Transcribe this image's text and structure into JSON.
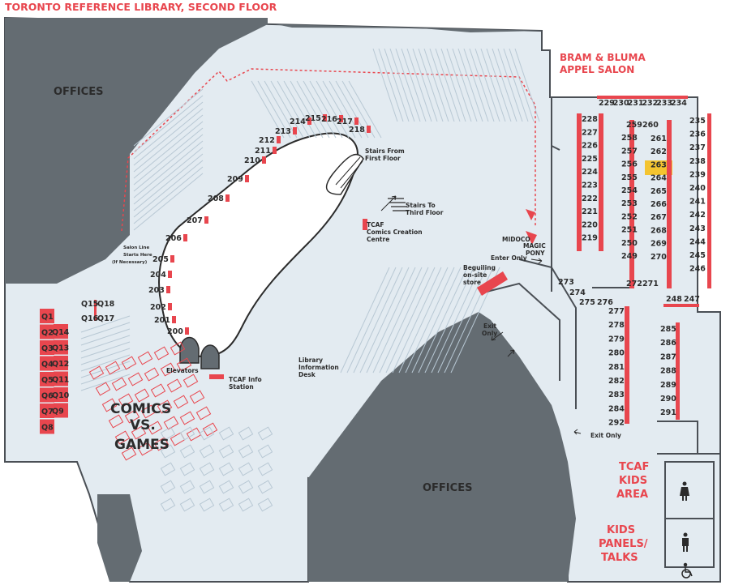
{
  "title": "TORONTO REFERENCE LIBRARY, SECOND FLOOR",
  "areas": {
    "offices_left": "OFFICES",
    "offices_bottom": "OFFICES",
    "salon_line1": "BRAM & BLUMA",
    "salon_line2": "APPEL SALON",
    "kids_area": [
      "TCAF",
      "KIDS",
      "AREA"
    ],
    "kids_panels": [
      "KIDS",
      "PANELS/",
      "TALKS"
    ],
    "comics_vs_games": [
      "COMICS",
      "VS.",
      "GAMES"
    ]
  },
  "labels": {
    "stairs_from": [
      "Stairs From",
      "First Floor"
    ],
    "stairs_to": [
      "Stairs To",
      "Third Floor"
    ],
    "comics_creation": [
      "TCAF",
      "Comics Creation",
      "Centre"
    ],
    "salon_line": [
      "Salon Line",
      "Starts Here",
      "(If Necessary)"
    ],
    "elevators": "Elevators",
    "tcaf_info": [
      "TCAF Info",
      "Station"
    ],
    "library_info": [
      "Library",
      "Information",
      "Desk"
    ],
    "midoco": "MIDOCO",
    "magic_pony": [
      "MAGIC",
      "PONY"
    ],
    "enter_only": "Enter Only",
    "beguiling": [
      "Beguiling",
      "on-site",
      "store"
    ],
    "exit_only_left": [
      "Exit",
      "Only"
    ],
    "exit_only_right": "Exit Only"
  },
  "booths": {
    "ring": [
      "200",
      "201",
      "202",
      "203",
      "204",
      "205",
      "206",
      "207",
      "208",
      "209",
      "210",
      "211",
      "212",
      "213",
      "214",
      "215",
      "216",
      "217",
      "218"
    ],
    "q_left": [
      "Q1",
      "Q2",
      "Q3",
      "Q4",
      "Q5",
      "Q6",
      "Q7",
      "Q8"
    ],
    "q_right": [
      "Q14",
      "Q13",
      "Q12",
      "Q11",
      "Q10",
      "Q9"
    ],
    "q_cluster": [
      "Q15",
      "Q18",
      "Q16",
      "Q17"
    ],
    "col_219": [
      "228",
      "227",
      "226",
      "225",
      "224",
      "223",
      "222",
      "221",
      "220",
      "219"
    ],
    "salon_top": [
      "229",
      "230",
      "231",
      "232",
      "233",
      "234"
    ],
    "col_235": [
      "235",
      "236",
      "237",
      "238",
      "239",
      "240",
      "241",
      "242",
      "243",
      "244",
      "245",
      "246"
    ],
    "island_left": [
      "259",
      "258",
      "257",
      "256",
      "255",
      "254",
      "253",
      "252",
      "251",
      "250",
      "249",
      "272"
    ],
    "island_right": [
      "260",
      "261",
      "262",
      "263",
      "264",
      "265",
      "266",
      "267",
      "268",
      "269",
      "270",
      "271"
    ],
    "diag": [
      "273",
      "274",
      "275",
      "276"
    ],
    "col_277": [
      "277",
      "278",
      "279",
      "280",
      "281",
      "282",
      "283",
      "284",
      "292"
    ],
    "pair_247": [
      "248",
      "247"
    ],
    "col_285": [
      "285",
      "286",
      "287",
      "288",
      "289",
      "290",
      "291"
    ]
  },
  "colors": {
    "accent": "#e8464e",
    "highlight": "#f4c430",
    "floor": "#e2eaf0",
    "offices": "#646c72"
  }
}
